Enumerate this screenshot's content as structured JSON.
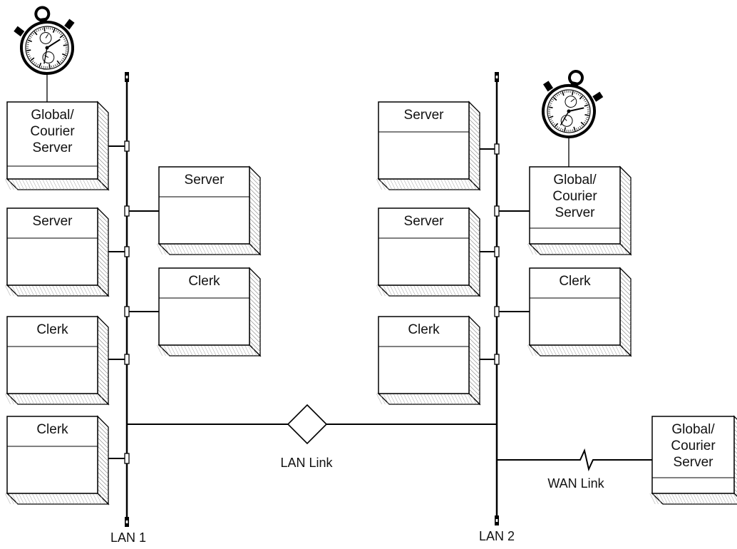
{
  "lans": [
    {
      "id": "lan1",
      "label": "LAN 1"
    },
    {
      "id": "lan2",
      "label": "LAN 2"
    }
  ],
  "boxes": [
    {
      "id": "lan1-gc-server",
      "lines": [
        "Global/",
        "Courier",
        "Server"
      ],
      "timer": true
    },
    {
      "id": "lan1-server-a",
      "lines": [
        "Server"
      ]
    },
    {
      "id": "lan1-server-b",
      "lines": [
        "Server"
      ]
    },
    {
      "id": "lan1-clerk-a",
      "lines": [
        "Clerk"
      ]
    },
    {
      "id": "lan1-clerk-b",
      "lines": [
        "Clerk"
      ]
    },
    {
      "id": "lan1-clerk-c",
      "lines": [
        "Clerk"
      ]
    },
    {
      "id": "lan2-server-a",
      "lines": [
        "Server"
      ]
    },
    {
      "id": "lan2-gc-server",
      "lines": [
        "Global/",
        "Courier",
        "Server"
      ],
      "timer": true
    },
    {
      "id": "lan2-server-b",
      "lines": [
        "Server"
      ]
    },
    {
      "id": "lan2-clerk-a",
      "lines": [
        "Clerk"
      ]
    },
    {
      "id": "lan2-clerk-b",
      "lines": [
        "Clerk"
      ]
    },
    {
      "id": "remote-gc-server",
      "lines": [
        "Global/",
        "Courier",
        "Server"
      ]
    }
  ],
  "links": {
    "lan_link": "LAN Link",
    "wan_link": "WAN Link"
  }
}
